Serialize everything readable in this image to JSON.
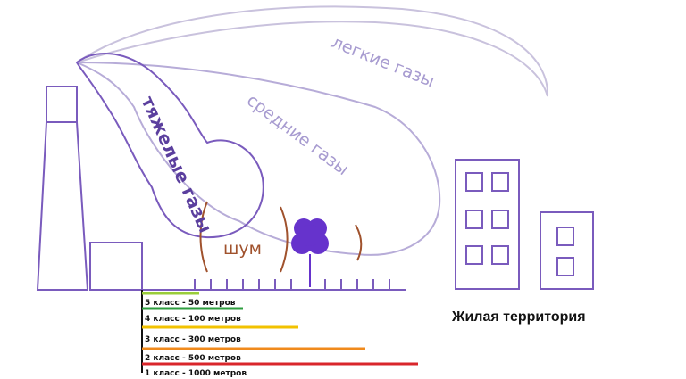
{
  "labels": {
    "light_gases": "легкие газы",
    "medium_gases": "средние газы",
    "heavy_gases": "тяжелые газы",
    "noise": "шум",
    "residential_area": "Жилая территория"
  },
  "zones": [
    {
      "label": "5 класс - 50 метров",
      "color": "#9acd3a"
    },
    {
      "label": "4 класс - 100 метров",
      "color": "#2e9e3f"
    },
    {
      "label": "3 класс - 300 метров",
      "color": "#f2c200"
    },
    {
      "label": "2 класс - 500 метров",
      "color": "#f08a1c"
    },
    {
      "label": "1 класс - 1000 метров",
      "color": "#d9262b"
    }
  ],
  "colors": {
    "outline": "#7a5bbd",
    "light_gas": "#c9c2dd",
    "medium_gas": "#b7acd8",
    "heavy_gas": "#7a5bbd",
    "noise": "#a0522d",
    "tree": "#6633cc"
  }
}
